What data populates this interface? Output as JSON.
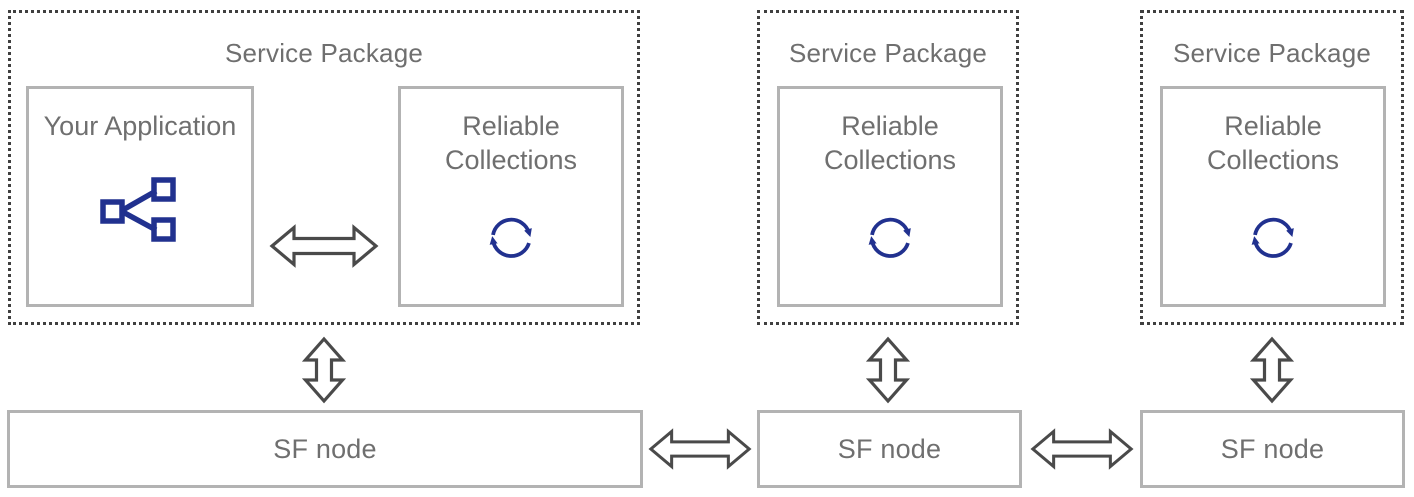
{
  "diagram": {
    "packages": [
      {
        "title": "Service Package",
        "components": [
          {
            "label": "Your Application",
            "icon": "application-topology-icon"
          },
          {
            "label": "Reliable Collections",
            "icon": "sync-icon"
          }
        ]
      },
      {
        "title": "Service Package",
        "components": [
          {
            "label": "Reliable Collections",
            "icon": "sync-icon"
          }
        ]
      },
      {
        "title": "Service Package",
        "components": [
          {
            "label": "Reliable Collections",
            "icon": "sync-icon"
          }
        ]
      }
    ],
    "nodes": [
      {
        "label": "SF node"
      },
      {
        "label": "SF node"
      },
      {
        "label": "SF node"
      }
    ],
    "colors": {
      "package_border": "#3f3f3f",
      "component_border": "#b3b3b3",
      "node_border": "#b3b3b3",
      "label_text": "#6f6f6f",
      "arrow_outline": "#4a4a4a",
      "icon_accent": "#21318f"
    }
  }
}
